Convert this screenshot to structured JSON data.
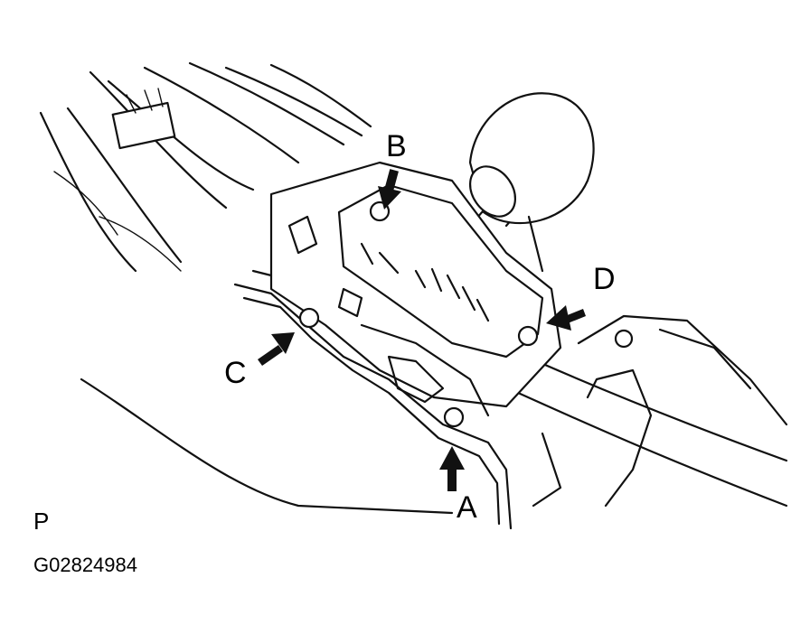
{
  "callouts": [
    {
      "id": "A",
      "label": "A"
    },
    {
      "id": "B",
      "label": "B"
    },
    {
      "id": "C",
      "label": "C"
    },
    {
      "id": "D",
      "label": "D"
    }
  ],
  "view_label": "P",
  "figure_code": "G02824984"
}
